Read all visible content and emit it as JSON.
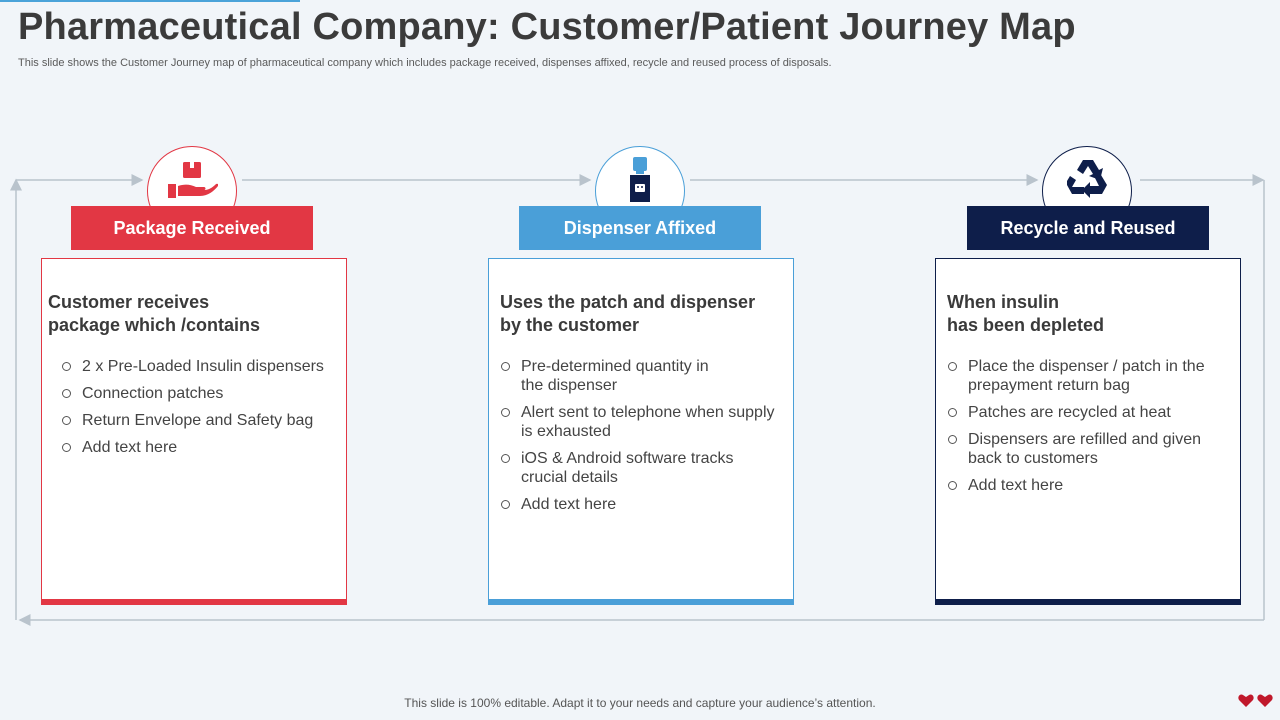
{
  "page": {
    "title": "Pharmaceutical Company: Customer/Patient Journey Map",
    "subtitle": "This slide shows the Customer Journey map of pharmaceutical company which includes package received, dispenses affixed, recycle and reused process of disposals.",
    "footer": "This slide is 100% editable. Adapt it to your needs and capture your audience’s attention."
  },
  "colors": {
    "red": "#e23744",
    "blue": "#4a9fd8",
    "navy": "#0e1e4a",
    "line": "#b9c3cc"
  },
  "stages": [
    {
      "label": "Package Received",
      "icon": "hand-package-icon",
      "heading": "Customer receives\npackage which /contains",
      "items": [
        "2 x Pre-Loaded Insulin dispensers",
        "Connection patches",
        "Return Envelope and Safety bag",
        "Add text here"
      ]
    },
    {
      "label": "Dispenser Affixed",
      "icon": "water-dispenser-icon",
      "heading": "Uses the patch and dispenser\nby the customer",
      "items": [
        "Pre-determined quantity in the dispenser",
        "Alert sent to telephone when supply is exhausted",
        "iOS & Android software tracks crucial details",
        "Add text here"
      ]
    },
    {
      "label": "Recycle and Reused",
      "icon": "recycle-icon",
      "heading": "When insulin\nhas been depleted",
      "items": [
        "Place the dispenser / patch in the prepayment return bag",
        "Patches are recycled at heat",
        "Dispensers are refilled and given back to customers",
        "Add text here"
      ]
    }
  ]
}
